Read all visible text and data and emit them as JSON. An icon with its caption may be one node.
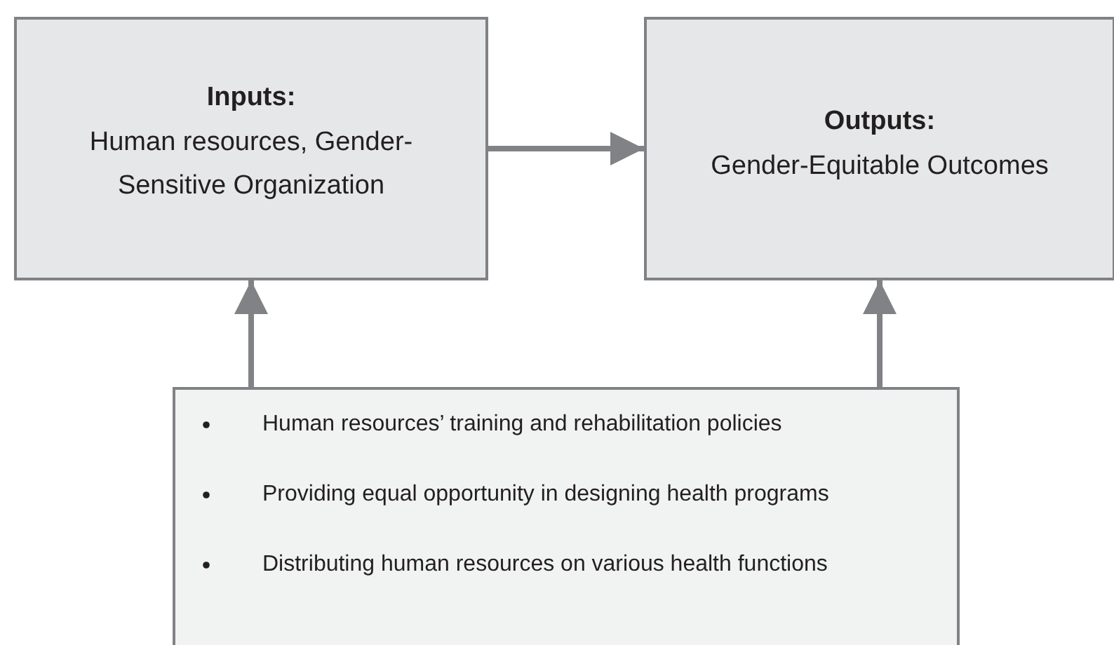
{
  "diagram": {
    "nodes": [
      {
        "text": [
          "Inputs:",
          "Human resources, Gender-Sensitive Organization"
        ]
      },
      {
        "text": [
          "Outputs:",
          "Gender-Equitable Outcomes"
        ]
      },
      {
        "text": [
          "Human resources’ training and rehabilitation policies",
          "Providing equal opportunity  in designing health programs",
          "Distributing human resources on various health functions"
        ]
      }
    ],
    "edges": [
      {
        "from": 0,
        "to": 1,
        "arrow": "to"
      },
      {
        "from": 2,
        "to": 0,
        "arrow": "to"
      },
      {
        "from": 2,
        "to": 1,
        "arrow": "to"
      }
    ]
  }
}
